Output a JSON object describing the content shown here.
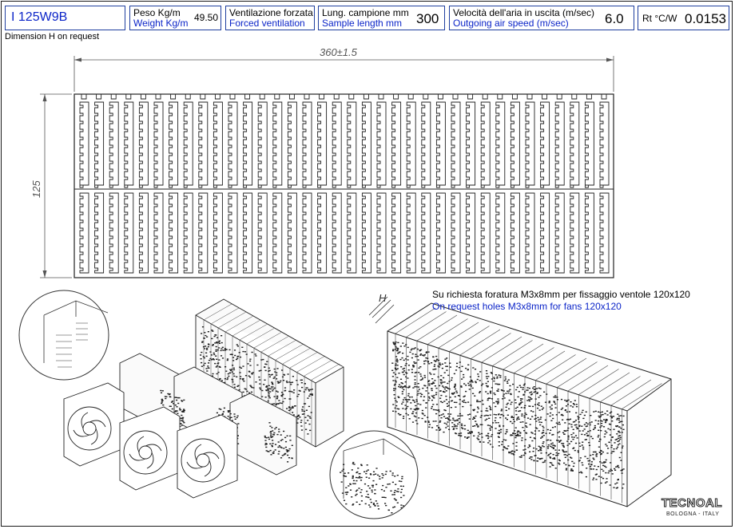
{
  "header": {
    "code": "I 125W9B",
    "weight": {
      "label_it": "Peso Kg/m",
      "label_en": "Weight Kg/m",
      "value": "49.50"
    },
    "ventilation": {
      "label_it": "Ventilazione forzata",
      "label_en": "Forced ventilation"
    },
    "sample": {
      "label_it": "Lung. campione mm",
      "label_en": "Sample length mm",
      "value": "300"
    },
    "air_speed": {
      "label_it": "Velocità dell'aria in uscita (m/sec)",
      "label_en": "Outgoing air speed (m/sec)",
      "value": "6.0"
    },
    "rt": {
      "label": "Rt °C/W",
      "value": "0.0153"
    }
  },
  "notes": {
    "dimension_note": "Dimension H on request",
    "holes_it": "Su richiesta foratura M3x8mm per fissaggio ventole 120x120",
    "holes_en": "On request holes M3x8mm for fans 120x120"
  },
  "drawing": {
    "width_dim": "360±1.5",
    "height_dim": "125",
    "h_label": "H"
  },
  "brand": {
    "name": "TECNOAL",
    "city": "BOLOGNA - ITALY"
  },
  "colors": {
    "header_border": "#1f3f9f",
    "english_text": "#0b24c8"
  }
}
